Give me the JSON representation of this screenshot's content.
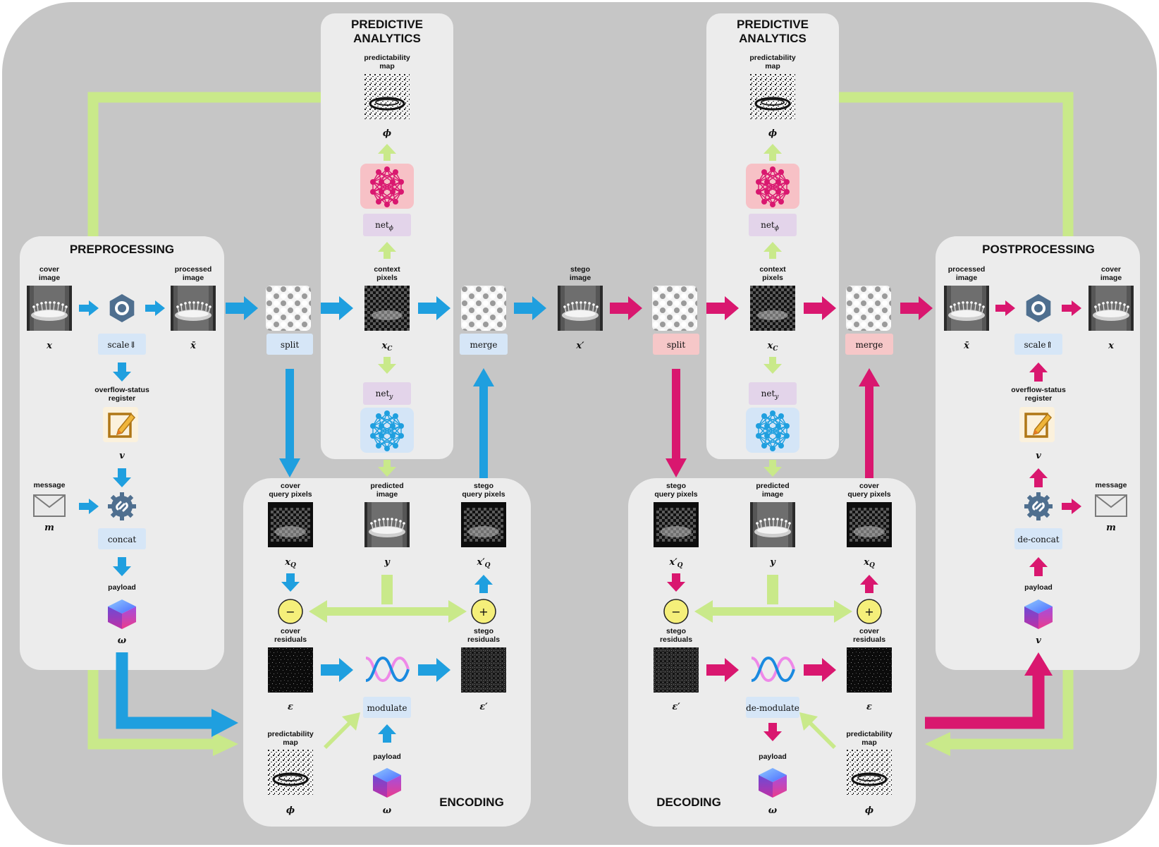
{
  "colors": {
    "blue": "#1f9fdf",
    "magenta": "#d9176f",
    "green": "#c9e98a",
    "outer_bg": "#c6c6c6",
    "panel_bg": "#ececec",
    "box_blue": "#d6e6f7",
    "box_red": "#f6c7c8",
    "box_purple": "#e3d4ea",
    "net_blue_bg": "#d4e5f7",
    "net_red_bg": "#f7c1c6",
    "yellow": "#f5ef7a"
  },
  "panels": {
    "preprocessing": "PREPROCESSING",
    "postprocessing": "POSTPROCESSING",
    "pa_left": [
      "PREDICTIVE",
      "ANALYTICS"
    ],
    "pa_right": [
      "PREDICTIVE",
      "ANALYTICS"
    ],
    "encoding": "ENCODING",
    "decoding": "DECODING"
  },
  "pre": {
    "cover_label": [
      "cover",
      "image"
    ],
    "processed_label": [
      "processed",
      "image"
    ],
    "x_sym": "x",
    "xbar_sym": "x̄",
    "scale": "scale⇓",
    "overflow_label": [
      "overflow-status",
      "register"
    ],
    "v_sym": "v",
    "message_label": "message",
    "m_sym": "m",
    "concat": "concat",
    "payload_label": "payload",
    "omega_sym": "ω",
    "gear_icon": "gear-icon",
    "link_gear_icon": "link-gear-icon",
    "notepad_icon": "notepad-icon",
    "envelope_icon": "envelope-icon",
    "cube_icon": "cube-icon"
  },
  "pa_left": {
    "map_label": [
      "predictability",
      "map"
    ],
    "phi_sym": "ϕ",
    "net_phi": "net",
    "net_phi_sub": "ϕ",
    "context_label": [
      "context",
      "pixels"
    ],
    "xc_sym": "x",
    "xc_sub": "C",
    "net_y": "net",
    "net_y_sub": "y"
  },
  "pa_right": {
    "map_label": [
      "predictability",
      "map"
    ],
    "phi_sym": "ϕ",
    "net_phi": "net",
    "net_phi_sub": "ϕ",
    "context_label": [
      "context",
      "pixels"
    ],
    "xc_sym": "x",
    "xc_sub": "C",
    "net_y": "net",
    "net_y_sub": "y"
  },
  "mid": {
    "split_left": "split",
    "merge_left": "merge",
    "stego_label": [
      "stego",
      "image"
    ],
    "xprime_sym": "x′",
    "split_right": "split",
    "merge_right": "merge"
  },
  "enc": {
    "cover_query_label": [
      "cover",
      "query pixels"
    ],
    "xq_sym": "x",
    "xq_sub": "Q",
    "predicted_label": [
      "predicted",
      "image"
    ],
    "y_sym": "y",
    "stego_query_label": [
      "stego",
      "query pixels"
    ],
    "xqp_sym": "x′",
    "xqp_sub": "Q",
    "minus": "−",
    "plus": "+",
    "cover_res_label": [
      "cover",
      "residuals"
    ],
    "eps_sym": "ε",
    "stego_res_label": [
      "stego",
      "residuals"
    ],
    "epsp_sym": "ε′",
    "modulate": "modulate",
    "map_label": [
      "predictability",
      "map"
    ],
    "phi_sym": "ϕ",
    "payload_label": "payload",
    "omega_sym": "ω"
  },
  "dec": {
    "stego_query_label": [
      "stego",
      "query pixels"
    ],
    "xqp_sym": "x′",
    "xqp_sub": "Q",
    "predicted_label": [
      "predicted",
      "image"
    ],
    "y_sym": "y",
    "cover_query_label": [
      "cover",
      "query pixels"
    ],
    "xq_sym": "x",
    "xq_sub": "Q",
    "minus": "−",
    "plus": "+",
    "stego_res_label": [
      "stego",
      "residuals"
    ],
    "epsp_sym": "ε′",
    "cover_res_label": [
      "cover",
      "residuals"
    ],
    "eps_sym": "ε",
    "demodulate": "de-modulate",
    "payload_label": "payload",
    "omega_sym": "ω",
    "map_label": [
      "predictability",
      "map"
    ],
    "phi_sym": "ϕ"
  },
  "post": {
    "processed_label": [
      "processed",
      "image"
    ],
    "cover_label": [
      "cover",
      "image"
    ],
    "xbar_sym": "x̄",
    "x_sym": "x",
    "scale": "scale⇑",
    "overflow_label": [
      "overflow-status",
      "register"
    ],
    "v_sym": "v",
    "message_label": "message",
    "m_sym": "m",
    "deconcat": "de-concat",
    "payload_label": "payload",
    "v2_sym": "v"
  }
}
